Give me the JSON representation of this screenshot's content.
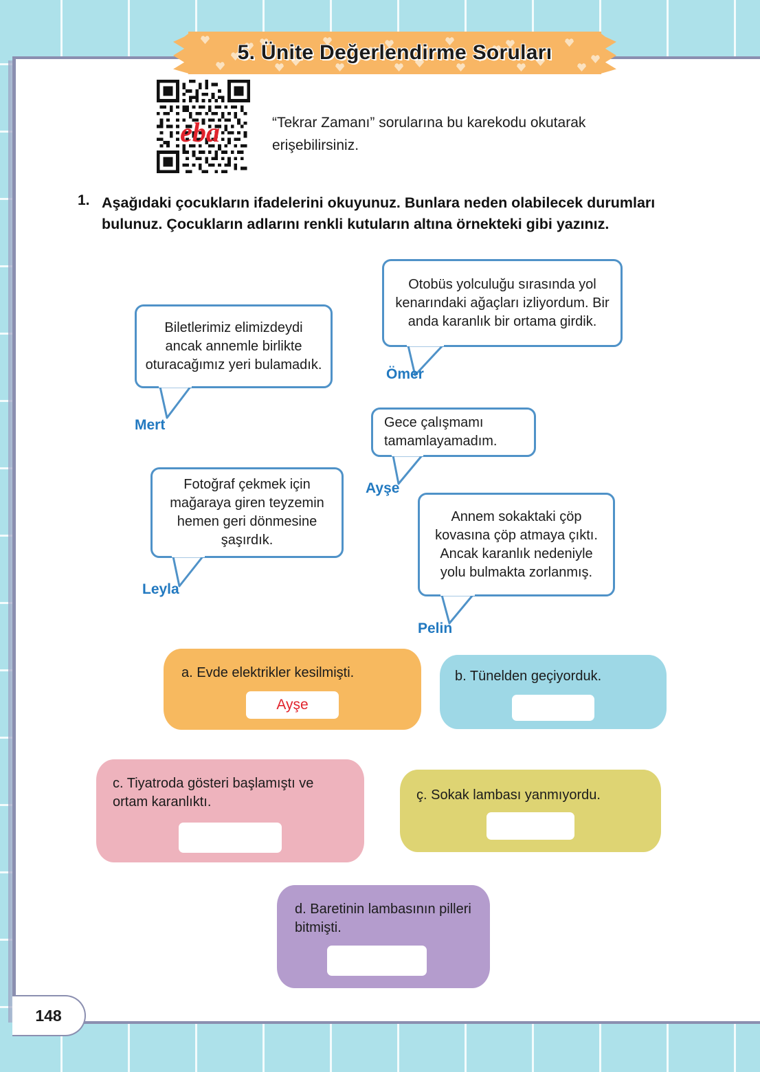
{
  "page": {
    "number": "148",
    "title": "5. Ünite Değerlendirme Soruları"
  },
  "qr": {
    "logo_text": "eba",
    "caption": "“Tekrar Zamanı” sorularına bu karekodu okutarak erişebilirsiniz."
  },
  "question": {
    "number": "1.",
    "text": "Aşağıdaki çocukların ifadelerini okuyunuz. Bunlara neden olabilecek durumları bulunuz. Çocukların adlarını renkli kutuların altına örnekteki gibi yazınız."
  },
  "bubbles": [
    {
      "id": "mert",
      "name": "Mert",
      "text": "Biletlerimiz elimizdeydi ancak annemle birlikte oturacağımız yeri bulamadık."
    },
    {
      "id": "omer",
      "name": "Ömer",
      "text": "Otobüs yolculuğu sırasında yol kenarındaki ağaçları izliyordum. Bir anda karanlık bir ortama girdik."
    },
    {
      "id": "ayse",
      "name": "Ayşe",
      "text": "Gece çalışmamı tamamlayamadım."
    },
    {
      "id": "leyla",
      "name": "Leyla",
      "text": "Fotoğraf çekmek için mağaraya giren teyzemin hemen geri dönmesine şaşırdık."
    },
    {
      "id": "pelin",
      "name": "Pelin",
      "text": "Annem sokaktaki çöp kovasına çöp atmaya çıktı. Ancak karanlık nedeniyle yolu bulmakta zorlanmış."
    }
  ],
  "cards": [
    {
      "id": "a",
      "label": "a.",
      "text": "Evde elektrikler kesilmişti.",
      "answer": "Ayşe",
      "color": "#f7b95f"
    },
    {
      "id": "b",
      "label": "b.",
      "text": "Tünelden geçiyorduk.",
      "answer": "",
      "color": "#9ed8e6"
    },
    {
      "id": "c",
      "label": "c.",
      "text": "Tiyatroda gösteri başlamıştı ve ortam karanlıktı.",
      "answer": "",
      "color": "#eeb3bd"
    },
    {
      "id": "c_cedilla",
      "label": "ç.",
      "text": "Sokak lambası yanmıyordu.",
      "answer": "",
      "color": "#ded473"
    },
    {
      "id": "d",
      "label": "d.",
      "text": "Baretinin lambasının pilleri bitmişti.",
      "answer": "",
      "color": "#b49ccd"
    }
  ],
  "colors": {
    "background_grid": "#ade1ea",
    "bubble_outline": "#4f92c8",
    "name_blue": "#2279c0",
    "answer_red": "#e1232c",
    "ribbon_orange": "#f8b664",
    "page_border": "#8b8fb0"
  }
}
